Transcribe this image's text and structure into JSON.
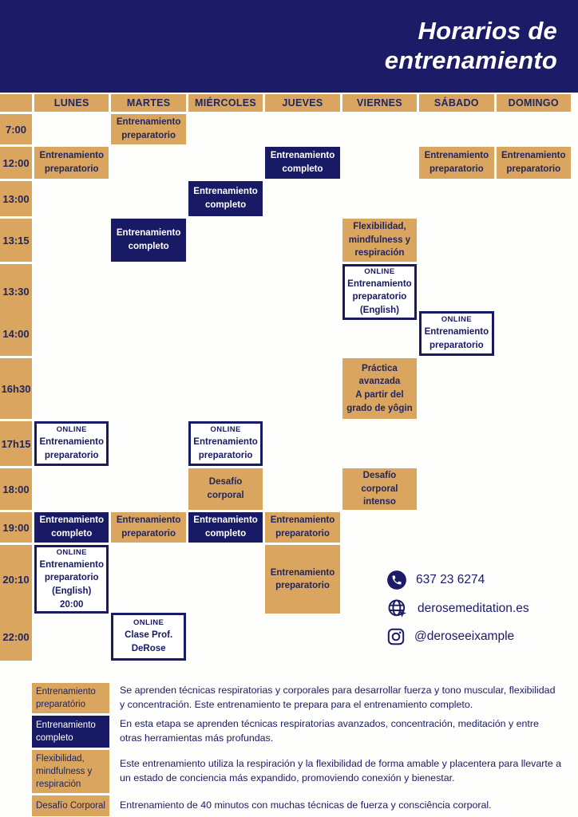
{
  "header": {
    "title": [
      "Horarios de",
      "entrenamiento"
    ]
  },
  "schedule": {
    "days": [
      "LUNES",
      "MARTES",
      "MIÉRCOLES",
      "JUEVES",
      "VIERNES",
      "SÁBADO",
      "DOMINGO"
    ],
    "rows": [
      {
        "time": "7:00",
        "cells": [
          null,
          {
            "style": "tan",
            "lines": [
              "Entrenamiento",
              "preparatorio"
            ]
          },
          null,
          null,
          null,
          null,
          null
        ]
      },
      {
        "time": "12:00",
        "cells": [
          {
            "style": "tan",
            "lines": [
              "Entrenamiento",
              "preparatorio"
            ]
          },
          null,
          null,
          {
            "style": "navy",
            "lines": [
              "Entrenamiento",
              "completo"
            ]
          },
          null,
          {
            "style": "tan",
            "lines": [
              "Entrenamiento",
              "preparatorio"
            ]
          },
          {
            "style": "tan",
            "lines": [
              "Entrenamiento",
              "preparatorio"
            ]
          }
        ]
      },
      {
        "time": "13:00",
        "cells": [
          null,
          null,
          {
            "style": "navy",
            "lines": [
              "Entrenamiento",
              "completo"
            ]
          },
          null,
          null,
          null,
          null
        ]
      },
      {
        "time": "13:15",
        "cells": [
          null,
          {
            "style": "navy",
            "lines": [
              "Entrenamiento",
              "completo"
            ]
          },
          null,
          null,
          {
            "style": "tan",
            "lines": [
              "Flexibilidad,",
              "mindfulness y",
              "respiración"
            ]
          },
          null,
          null
        ]
      },
      {
        "time": "13:30",
        "cells": [
          null,
          null,
          null,
          null,
          {
            "style": "online",
            "lines": [
              "ONLINE",
              "Entrenamiento",
              "preparatorio",
              "(English)"
            ]
          },
          null,
          null
        ]
      },
      {
        "time": "14:00",
        "cells": [
          null,
          null,
          null,
          null,
          null,
          {
            "style": "online",
            "lines": [
              "ONLINE",
              "Entrenamiento",
              "preparatorio"
            ]
          },
          null
        ]
      },
      {
        "time": "16h30",
        "cells": [
          null,
          null,
          null,
          null,
          {
            "style": "tan",
            "lines": [
              "Práctica",
              "avanzada",
              "A partir del",
              "grado de yôgin"
            ]
          },
          null,
          null
        ]
      },
      {
        "time": "17h15",
        "cells": [
          {
            "style": "online",
            "lines": [
              "ONLINE",
              "Entrenamiento",
              "preparatorio"
            ]
          },
          null,
          {
            "style": "online",
            "lines": [
              "ONLINE",
              "Entrenamiento",
              "preparatorio"
            ]
          },
          null,
          null,
          null,
          null
        ]
      },
      {
        "time": "18:00",
        "cells": [
          null,
          null,
          {
            "style": "tan",
            "lines": [
              "Desafío",
              "corporal"
            ]
          },
          null,
          {
            "style": "tan",
            "lines": [
              "Desafío",
              "corporal",
              "intenso"
            ]
          },
          null,
          null
        ]
      },
      {
        "time": "19:00",
        "cells": [
          {
            "style": "navy",
            "lines": [
              "Entrenamiento",
              "completo"
            ]
          },
          {
            "style": "tan",
            "lines": [
              "Entrenamiento",
              "preparatorio"
            ]
          },
          {
            "style": "navy",
            "lines": [
              "Entrenamiento",
              "completo"
            ]
          },
          {
            "style": "tan",
            "lines": [
              "Entrenamiento",
              "preparatorio"
            ]
          },
          null,
          null,
          null
        ]
      },
      {
        "time": "20:10",
        "cells": [
          {
            "style": "online",
            "lines": [
              "ONLINE",
              "Entrenamiento",
              "preparatorio",
              "(English)",
              "20:00"
            ]
          },
          null,
          null,
          {
            "style": "tan",
            "lines": [
              "Entrenamiento",
              "preparatorio"
            ]
          },
          null,
          null,
          null
        ]
      },
      {
        "time": "22:00",
        "cells": [
          null,
          {
            "style": "online",
            "lines": [
              "ONLINE",
              "Clase Prof.",
              "DeRose"
            ]
          },
          null,
          null,
          null,
          null,
          null
        ]
      }
    ]
  },
  "contact": {
    "phone": "637 23 6274",
    "website": "derosemeditation.es",
    "instagram": "@deroseeixample"
  },
  "legend": [
    {
      "style": "tan",
      "label": [
        "Entrenamiento",
        "preparatório"
      ],
      "description": "Se aprenden técnicas respiratorias y corporales para desarrollar fuerza y tono muscular, flexibilidad y concentración. Este entrenamiento te prepara para el entrenamiento completo."
    },
    {
      "style": "navy",
      "label": [
        "Entrenamiento",
        "completo"
      ],
      "description": "En esta etapa se aprenden técnicas respiratorias avanzados, concentración, meditación y entre otras herramientas más profundas."
    },
    {
      "style": "tan",
      "label": [
        "Flexibilidad,",
        "mindfulness y",
        "respiración"
      ],
      "description": "Este entrenamiento utiliza la respiración y la flexibilidad de forma amable y placentera para llevarte a un estado de conciencia más expandido, promoviendo conexión y bienestar."
    },
    {
      "style": "tan",
      "label": [
        "Desafío Corporal"
      ],
      "description": "Entrenamiento de 40 minutos con muchas técnicas de fuerza y consciência corporal."
    }
  ],
  "colors": {
    "navy": "#1b1b67",
    "tan": "#d9a55f"
  }
}
